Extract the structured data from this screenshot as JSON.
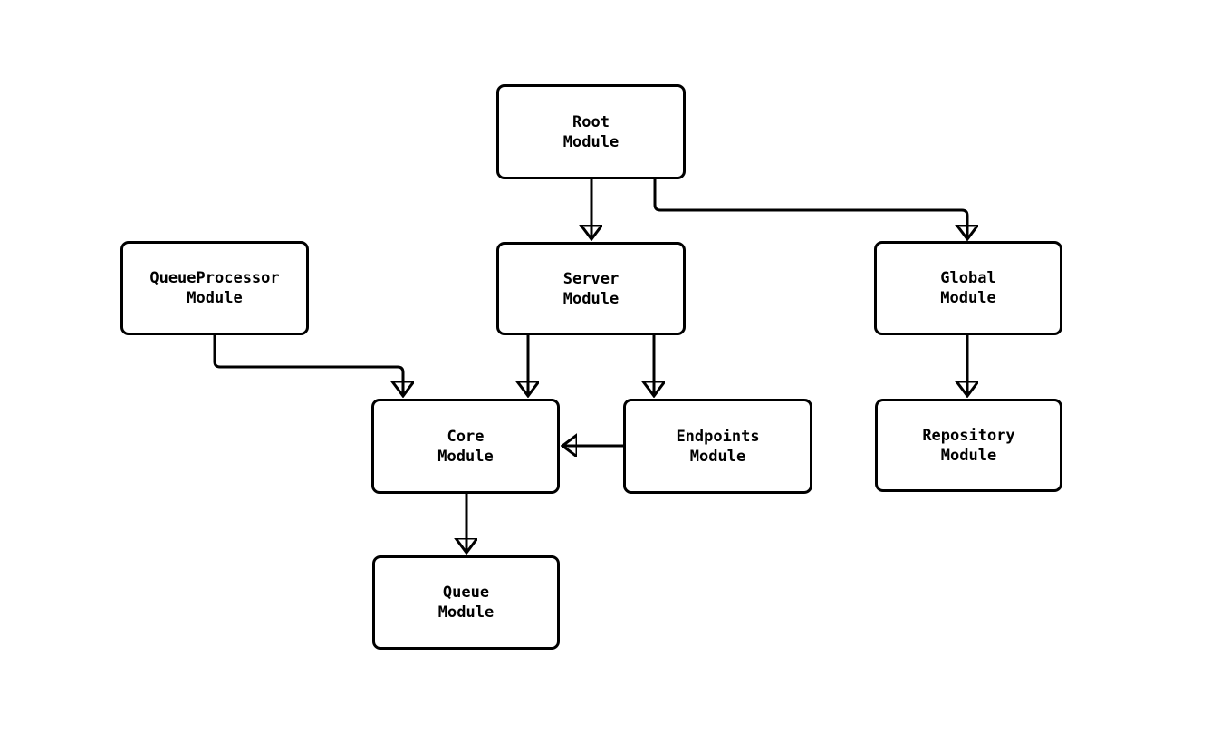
{
  "diagram": {
    "type": "module-dependency-flowchart",
    "background_color": "#ffffff",
    "node_fill_color": "#ffffff",
    "node_border_color": "#000000",
    "edge_color": "#000000",
    "text_color": "#000000",
    "nodes": [
      {
        "id": "root",
        "line1": "Root",
        "line2": "Module"
      },
      {
        "id": "queueprocessor",
        "line1": "QueueProcessor",
        "line2": "Module"
      },
      {
        "id": "server",
        "line1": "Server",
        "line2": "Module"
      },
      {
        "id": "global",
        "line1": "Global",
        "line2": "Module"
      },
      {
        "id": "core",
        "line1": "Core",
        "line2": "Module"
      },
      {
        "id": "endpoints",
        "line1": "Endpoints",
        "line2": "Module"
      },
      {
        "id": "repository",
        "line1": "Repository",
        "line2": "Module"
      },
      {
        "id": "queue",
        "line1": "Queue",
        "line2": "Module"
      }
    ],
    "edges": [
      {
        "from": "Root Module",
        "to": "Server Module"
      },
      {
        "from": "Root Module",
        "to": "Global Module"
      },
      {
        "from": "QueueProcessor Module",
        "to": "Core Module"
      },
      {
        "from": "Server Module",
        "to": "Core Module"
      },
      {
        "from": "Server Module",
        "to": "Endpoints Module"
      },
      {
        "from": "Endpoints Module",
        "to": "Core Module"
      },
      {
        "from": "Global Module",
        "to": "Repository Module"
      },
      {
        "from": "Core Module",
        "to": "Queue Module"
      }
    ]
  }
}
